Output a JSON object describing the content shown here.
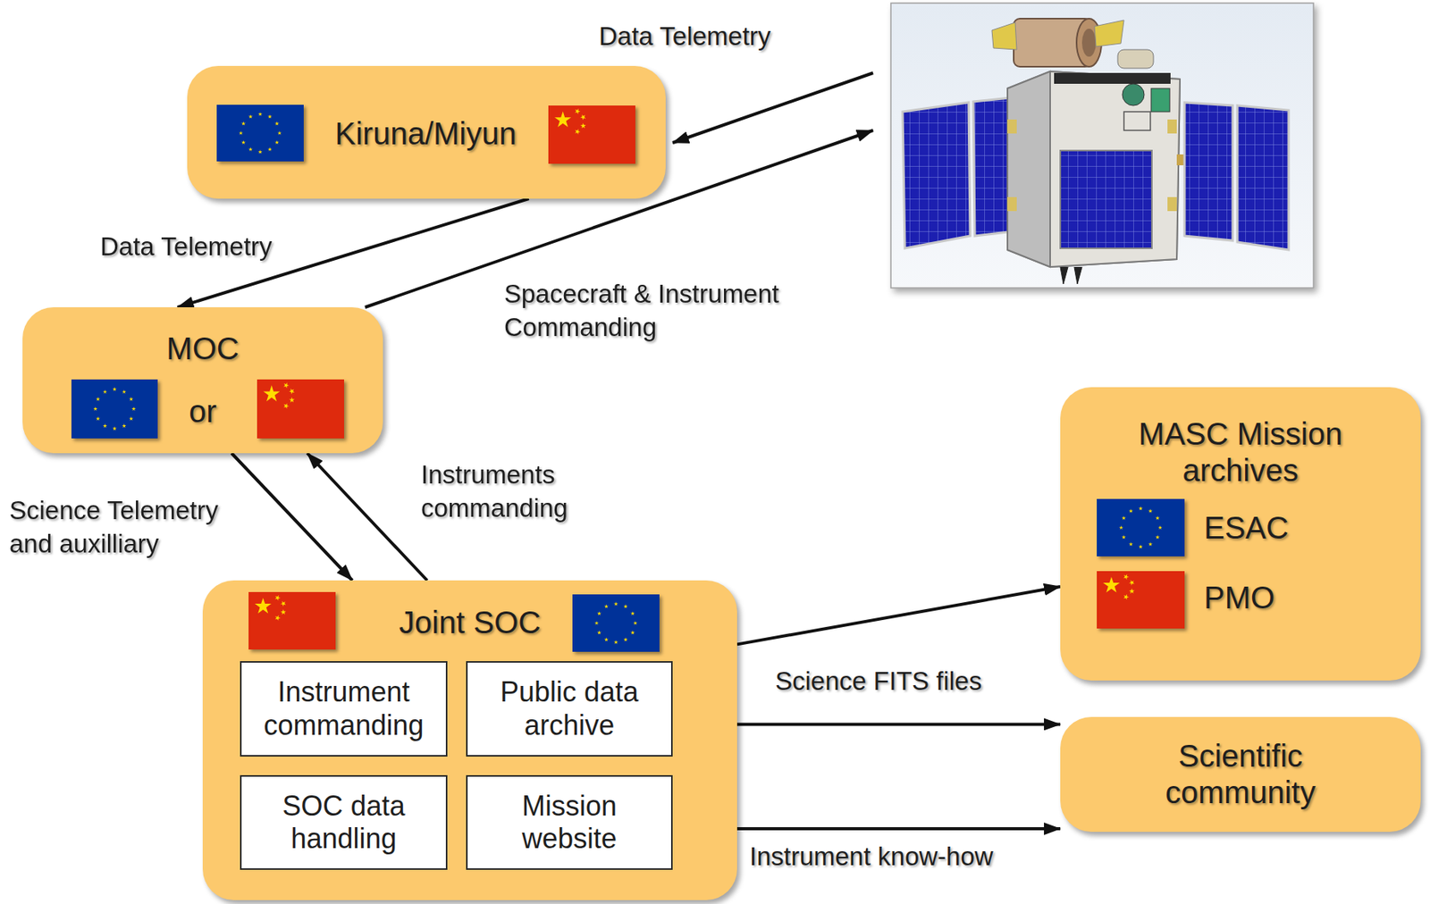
{
  "diagram": {
    "nodes": [
      {
        "text": [
          "Kiruna/Miyun"
        ]
      },
      {
        "text": [
          "MOC",
          "or"
        ]
      },
      {
        "text": [
          "Joint SOC"
        ]
      },
      {
        "text": [
          "Instrument commanding"
        ],
        "in": 2
      },
      {
        "text": [
          "Public data archive"
        ],
        "in": 2
      },
      {
        "text": [
          "SOC data handling"
        ],
        "in": 2
      },
      {
        "text": [
          "Mission website"
        ],
        "in": 2
      },
      {
        "text": [
          "MASC Mission archives",
          "ESAC",
          "PMO"
        ]
      },
      {
        "text": [
          "Scientific community"
        ]
      }
    ],
    "edges": [
      {
        "from": 0,
        "to": 1,
        "label": "Data Telemetry",
        "arrow": "to"
      },
      {
        "from": 1,
        "to": 2,
        "label": "Science Telemetry and auxilliary",
        "arrow": "to"
      },
      {
        "from": 2,
        "to": 1,
        "label": "Instruments commanding",
        "arrow": "to"
      },
      {
        "from": 2,
        "to": 7,
        "arrow": "to"
      },
      {
        "from": 2,
        "to": 8,
        "label": "Science FITS files",
        "arrow": "to"
      },
      {
        "from": 2,
        "to": 8,
        "label": "Instrument know-how",
        "arrow": "to"
      }
    ],
    "labels": [
      "Data Telemetry",
      "Spacecraft & Instrument Commanding"
    ]
  }
}
